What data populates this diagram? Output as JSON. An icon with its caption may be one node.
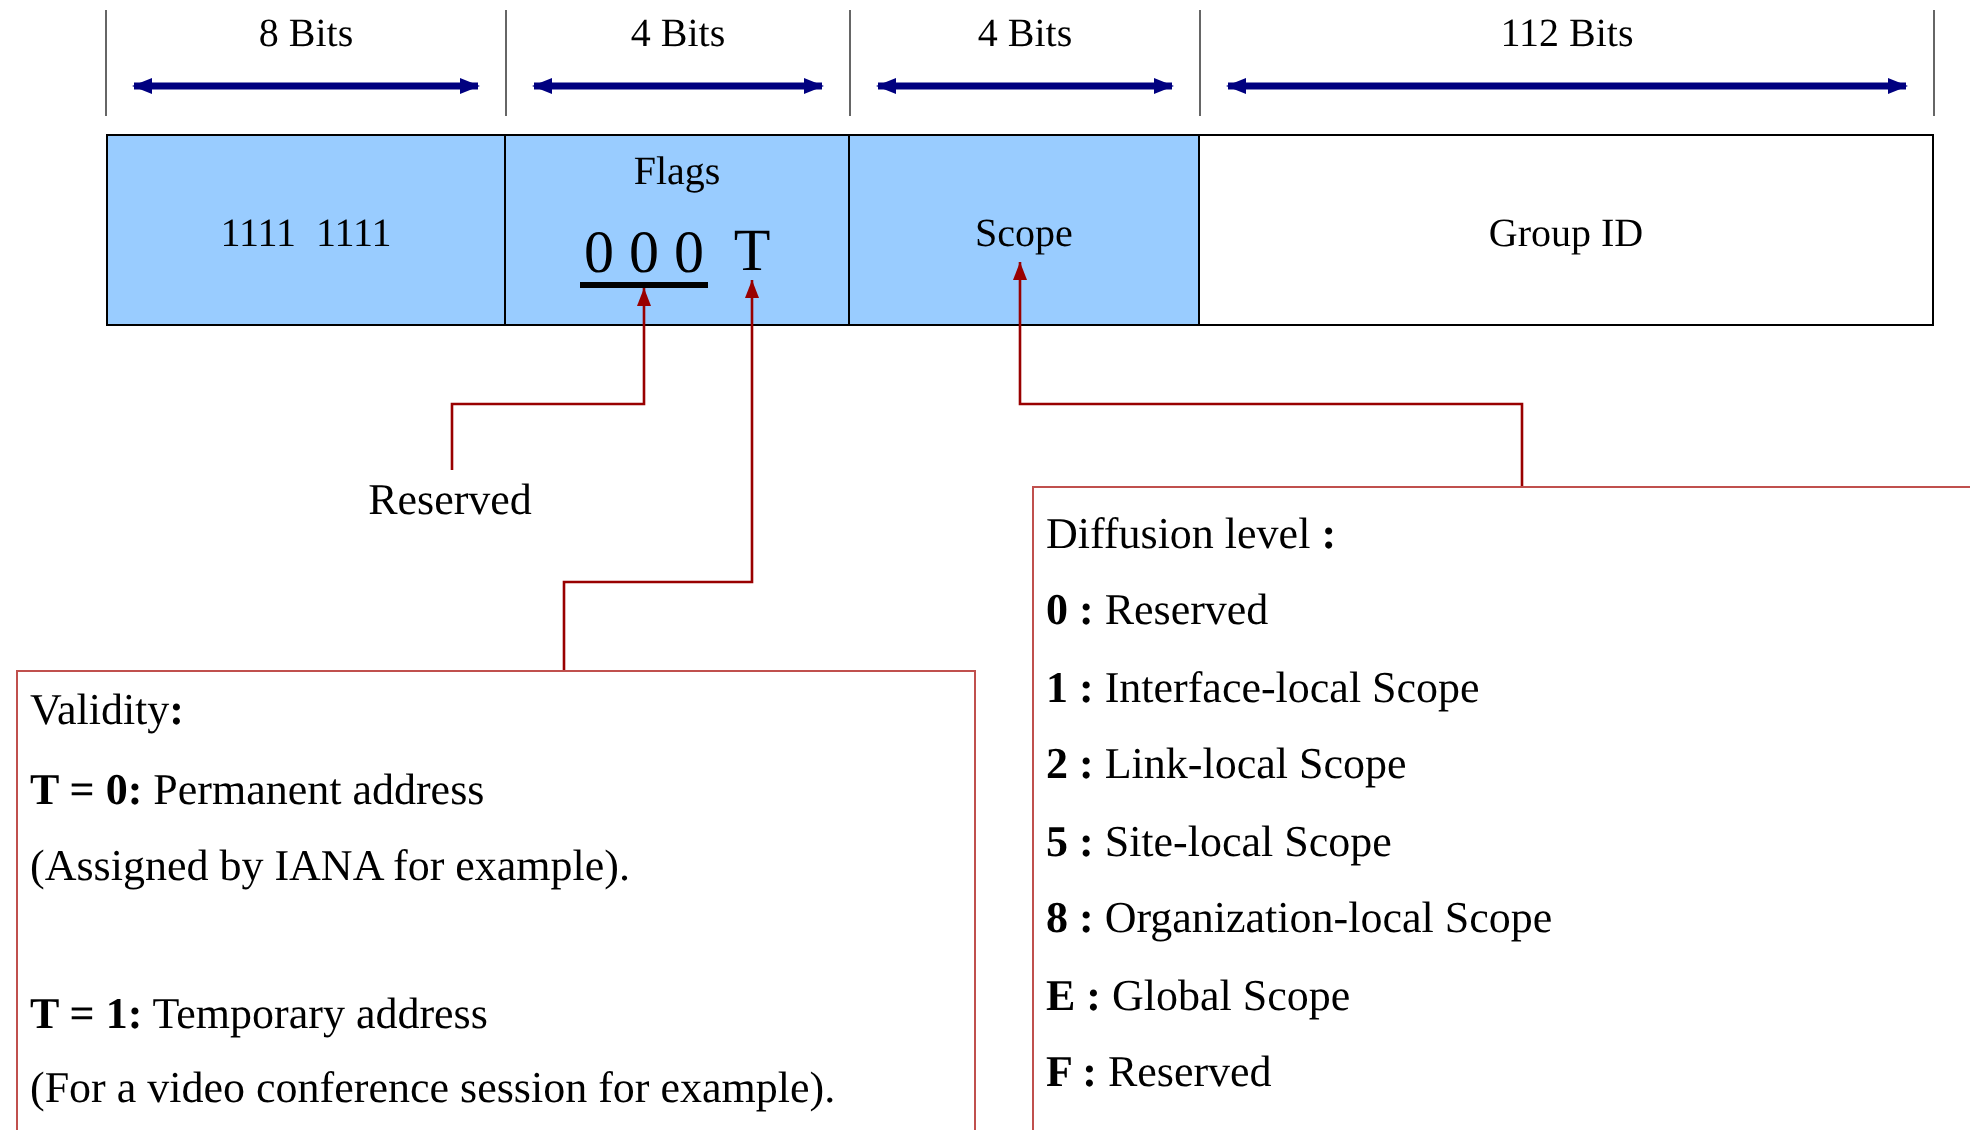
{
  "diagram": {
    "nodes": [
      {
        "text": [
          "1111  1111"
        ]
      },
      {
        "text": [
          "Flags"
        ]
      },
      {
        "text": [
          "0 0 0"
        ],
        "in": 1
      },
      {
        "text": [
          "T"
        ],
        "in": 1
      },
      {
        "text": [
          "Scope"
        ]
      },
      {
        "text": [
          "Group ID"
        ]
      },
      {
        "text": [
          "Reserved"
        ]
      },
      {
        "text": [
          "Validity**:**",
          "**T = 0:** Permanent address",
          "(Assigned by IANA for example).",
          "**T = 1:**  Temporary address",
          "(For a video conference session for example)."
        ]
      },
      {
        "text": [
          "Diffusion level **:**",
          "**0 :** Reserved",
          "**1 :** Interface-local Scope",
          "**2 :** Link-local Scope",
          "**5 :** Site-local Scope",
          "**8 :** Organization-local Scope",
          "**E :** Global Scope",
          "**F :** Reserved"
        ]
      }
    ],
    "edges": [
      {
        "from": 6,
        "to": 2,
        "arrow": "to"
      },
      {
        "from": 7,
        "to": 3,
        "arrow": "to"
      },
      {
        "from": 8,
        "to": 4,
        "arrow": "to"
      }
    ],
    "labels": [
      "8 Bits",
      "4 Bits",
      "4 Bits",
      "112 Bits"
    ]
  }
}
